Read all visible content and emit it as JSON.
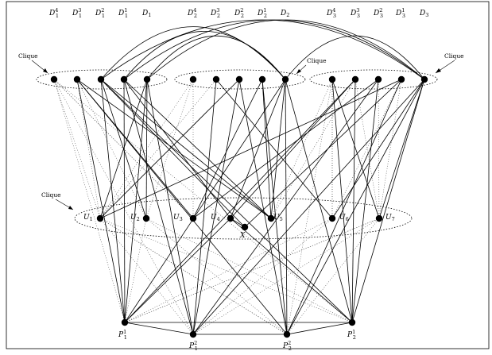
{
  "figure": {
    "vertex_labels": {
      "D14": {
        "base": "D",
        "sub": "1",
        "sup": "4"
      },
      "D13": {
        "base": "D",
        "sub": "1",
        "sup": "3"
      },
      "D12": {
        "base": "D",
        "sub": "1",
        "sup": "2"
      },
      "D11": {
        "base": "D",
        "sub": "1",
        "sup": "1"
      },
      "D1": {
        "base": "D",
        "sub": "1",
        "sup": ""
      },
      "D24": {
        "base": "D",
        "sub": "2",
        "sup": "4"
      },
      "D23": {
        "base": "D",
        "sub": "2",
        "sup": "3"
      },
      "D22": {
        "base": "D",
        "sub": "2",
        "sup": "2"
      },
      "D21": {
        "base": "D",
        "sub": "2",
        "sup": "1"
      },
      "D2": {
        "base": "D",
        "sub": "2",
        "sup": ""
      },
      "D34": {
        "base": "D",
        "sub": "3",
        "sup": "4"
      },
      "D33": {
        "base": "D",
        "sub": "3",
        "sup": "3"
      },
      "D32": {
        "base": "D",
        "sub": "3",
        "sup": "2"
      },
      "D31": {
        "base": "D",
        "sub": "3",
        "sup": "1"
      },
      "D3": {
        "base": "D",
        "sub": "3",
        "sup": ""
      },
      "U1": {
        "base": "U",
        "sub": "1",
        "sup": ""
      },
      "U2": {
        "base": "U",
        "sub": "2",
        "sup": ""
      },
      "U3": {
        "base": "U",
        "sub": "3",
        "sup": ""
      },
      "U4": {
        "base": "U",
        "sub": "4",
        "sup": ""
      },
      "U5": {
        "base": "U",
        "sub": "5",
        "sup": ""
      },
      "U6": {
        "base": "U",
        "sub": "6",
        "sup": ""
      },
      "U7": {
        "base": "U",
        "sub": "7",
        "sup": ""
      },
      "X": {
        "base": "X",
        "sub": "",
        "sup": ""
      },
      "P11": {
        "base": "P",
        "sub": "1",
        "sup": "1"
      },
      "P12": {
        "base": "P",
        "sub": "1",
        "sup": "2"
      },
      "P22": {
        "base": "P",
        "sub": "2",
        "sup": "2"
      },
      "P21": {
        "base": "P",
        "sub": "2",
        "sup": "1"
      }
    },
    "callouts": [
      "Clique",
      "Clique",
      "Clique",
      "Clique"
    ],
    "solid_edges": [
      [
        "D1",
        "D2"
      ],
      [
        "D1",
        "D3"
      ],
      [
        "D12",
        "D2"
      ],
      [
        "D12",
        "D3"
      ],
      [
        "D11",
        "D3"
      ],
      [
        "D2",
        "D3"
      ],
      [
        "D11",
        "D2"
      ],
      [
        "D12",
        "U2"
      ],
      [
        "D12",
        "X"
      ],
      [
        "D12",
        "U5"
      ],
      [
        "D12",
        "P11"
      ],
      [
        "D11",
        "U4"
      ],
      [
        "D11",
        "U5"
      ],
      [
        "D11",
        "P11"
      ],
      [
        "D11",
        "P12"
      ],
      [
        "D1",
        "U1"
      ],
      [
        "D1",
        "U2"
      ],
      [
        "D1",
        "P11"
      ],
      [
        "D1",
        "P12"
      ],
      [
        "D13",
        "P11"
      ],
      [
        "D13",
        "U3"
      ],
      [
        "D13",
        "U5"
      ],
      [
        "D22",
        "U1"
      ],
      [
        "D22",
        "P12"
      ],
      [
        "D22",
        "P22"
      ],
      [
        "D21",
        "U3"
      ],
      [
        "D21",
        "U5"
      ],
      [
        "D21",
        "P22"
      ],
      [
        "D2",
        "U4"
      ],
      [
        "D2",
        "U5"
      ],
      [
        "D2",
        "P11"
      ],
      [
        "D2",
        "P22"
      ],
      [
        "D2",
        "P21"
      ],
      [
        "D23",
        "P12"
      ],
      [
        "D23",
        "U6"
      ],
      [
        "D33",
        "P11"
      ],
      [
        "D33",
        "U4"
      ],
      [
        "D33",
        "P21"
      ],
      [
        "D32",
        "P12"
      ],
      [
        "D32",
        "U3"
      ],
      [
        "D32",
        "P21"
      ],
      [
        "D31",
        "U1"
      ],
      [
        "D31",
        "X"
      ],
      [
        "D31",
        "P22"
      ],
      [
        "D3",
        "U6"
      ],
      [
        "D3",
        "U7"
      ],
      [
        "D3",
        "P21"
      ],
      [
        "D3",
        "P22"
      ],
      [
        "D3",
        "P12"
      ],
      [
        "U4",
        "P11"
      ],
      [
        "U4",
        "P21"
      ],
      [
        "U4",
        "X"
      ],
      [
        "P11",
        "P12"
      ],
      [
        "P11",
        "P21"
      ],
      [
        "P12",
        "P22"
      ],
      [
        "P22",
        "P21"
      ],
      [
        "D34",
        "U7"
      ],
      [
        "D34",
        "P21"
      ],
      [
        "D12",
        "P21"
      ],
      [
        "D13",
        "P22"
      ]
    ],
    "dotted_edges": [
      [
        "U1",
        "D14"
      ],
      [
        "U1",
        "D13"
      ],
      [
        "U1",
        "D24"
      ],
      [
        "U1",
        "D23"
      ],
      [
        "U2",
        "D13"
      ],
      [
        "U2",
        "D24"
      ],
      [
        "U3",
        "D14"
      ],
      [
        "U3",
        "D24"
      ],
      [
        "U5",
        "D33"
      ],
      [
        "U5",
        "D34"
      ],
      [
        "U6",
        "D34"
      ],
      [
        "U6",
        "D31"
      ],
      [
        "U7",
        "D33"
      ],
      [
        "U7",
        "D32"
      ],
      [
        "U7",
        "D31"
      ],
      [
        "P11",
        "D14"
      ],
      [
        "P11",
        "U2"
      ],
      [
        "P11",
        "U6"
      ],
      [
        "P11",
        "U7"
      ],
      [
        "P12",
        "U1"
      ],
      [
        "P12",
        "U7"
      ],
      [
        "P12",
        "D14"
      ],
      [
        "P22",
        "U1"
      ],
      [
        "P22",
        "U7"
      ],
      [
        "P22",
        "D34"
      ],
      [
        "P21",
        "U1"
      ],
      [
        "P21",
        "U2"
      ],
      [
        "P21",
        "D14"
      ],
      [
        "U1",
        "P22"
      ],
      [
        "U2",
        "P22"
      ],
      [
        "U7",
        "P11"
      ],
      [
        "U6",
        "P12"
      ],
      [
        "D14",
        "U3"
      ],
      [
        "D34",
        "U6"
      ]
    ]
  }
}
